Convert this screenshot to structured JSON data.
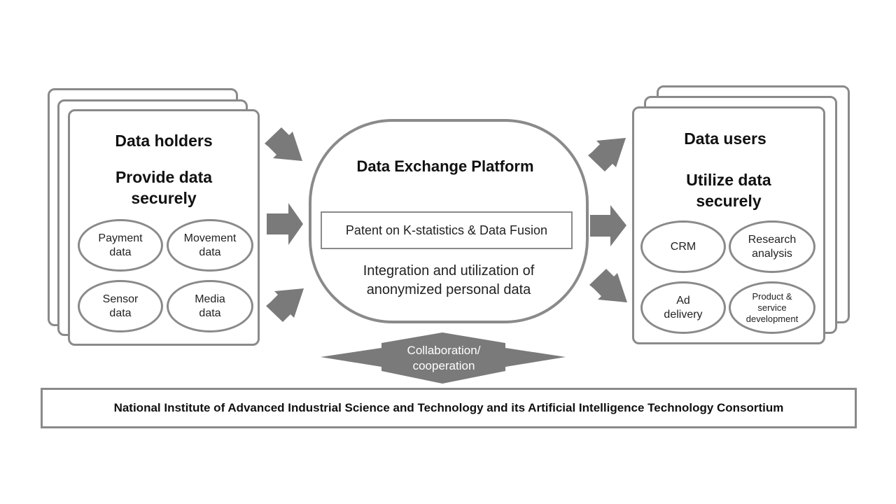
{
  "left": {
    "heading": "Data holders",
    "subheading": "Provide data\nsecurely",
    "ovals": [
      "Payment\ndata",
      "Movement\ndata",
      "Sensor\ndata",
      "Media\ndata"
    ]
  },
  "center": {
    "title": "Data Exchange Platform",
    "patent": "Patent on K-statistics & Data Fusion",
    "description": "Integration and utilization of\nanonymized personal data"
  },
  "right": {
    "heading": "Data users",
    "subheading": "Utilize data\nsecurely",
    "ovals": [
      "CRM",
      "Research\nanalysis",
      "Ad\ndelivery",
      "Product &\nservice\ndevelopment"
    ]
  },
  "collaboration": {
    "label": "Collaboration/\ncooperation"
  },
  "footer": {
    "text": "National Institute of Advanced Industrial Science and Technology and its Artificial Intelligence Technology Consortium"
  },
  "colors": {
    "stroke": "#8a8a8a",
    "arrow": "#7a7a7a",
    "text": "#111111"
  }
}
